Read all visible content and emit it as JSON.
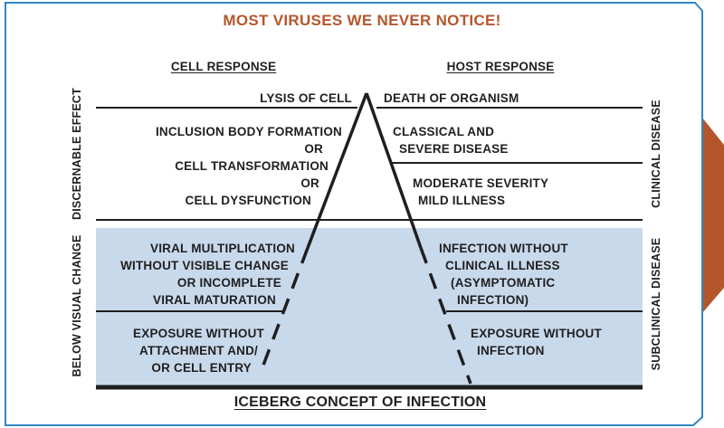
{
  "title": "MOST VIRUSES WE NEVER NOTICE!",
  "headers": {
    "cell_response": "CELL RESPONSE",
    "host_response": "HOST RESPONSE"
  },
  "side_labels": {
    "discernable_effect": "DISCERNABLE EFFECT",
    "below_visual_change": "BELOW VISUAL CHANGE",
    "clinical_disease": "CLINICAL DISEASE",
    "subclinical_disease": "SUBCLINICAL DISEASE"
  },
  "cell": {
    "lysis": "LYSIS OF CELL",
    "inclusion": "INCLUSION BODY FORMATION",
    "or1": "OR",
    "transformation": "CELL TRANSFORMATION",
    "or2": "OR",
    "dysfunction": "CELL DYSFUNCTION",
    "multiplication": [
      "VIRAL MULTIPLICATION",
      "WITHOUT VISIBLE CHANGE",
      "OR INCOMPLETE",
      "VIRAL MATURATION"
    ],
    "exposure": [
      "EXPOSURE WITHOUT",
      "ATTACHMENT AND/",
      "OR CELL ENTRY"
    ]
  },
  "host": {
    "death": "DEATH OF ORGANISM",
    "classical": [
      "CLASSICAL AND",
      "SEVERE DISEASE"
    ],
    "moderate": [
      "MODERATE SEVERITY",
      "MILD ILLNESS"
    ],
    "infection": [
      "INFECTION WITHOUT",
      "CLINICAL ILLNESS",
      "(ASYMPTOMATIC",
      "INFECTION)"
    ],
    "exposure": [
      "EXPOSURE WITHOUT",
      "INFECTION"
    ]
  },
  "footer": "ICEBERG CONCEPT OF INFECTION",
  "colors": {
    "title": "#b5572b",
    "tab": "#b5562a",
    "frame_border": "#2f86c5",
    "subclinical_fill": "#c9d9ec",
    "line": "#1f1f1f"
  }
}
